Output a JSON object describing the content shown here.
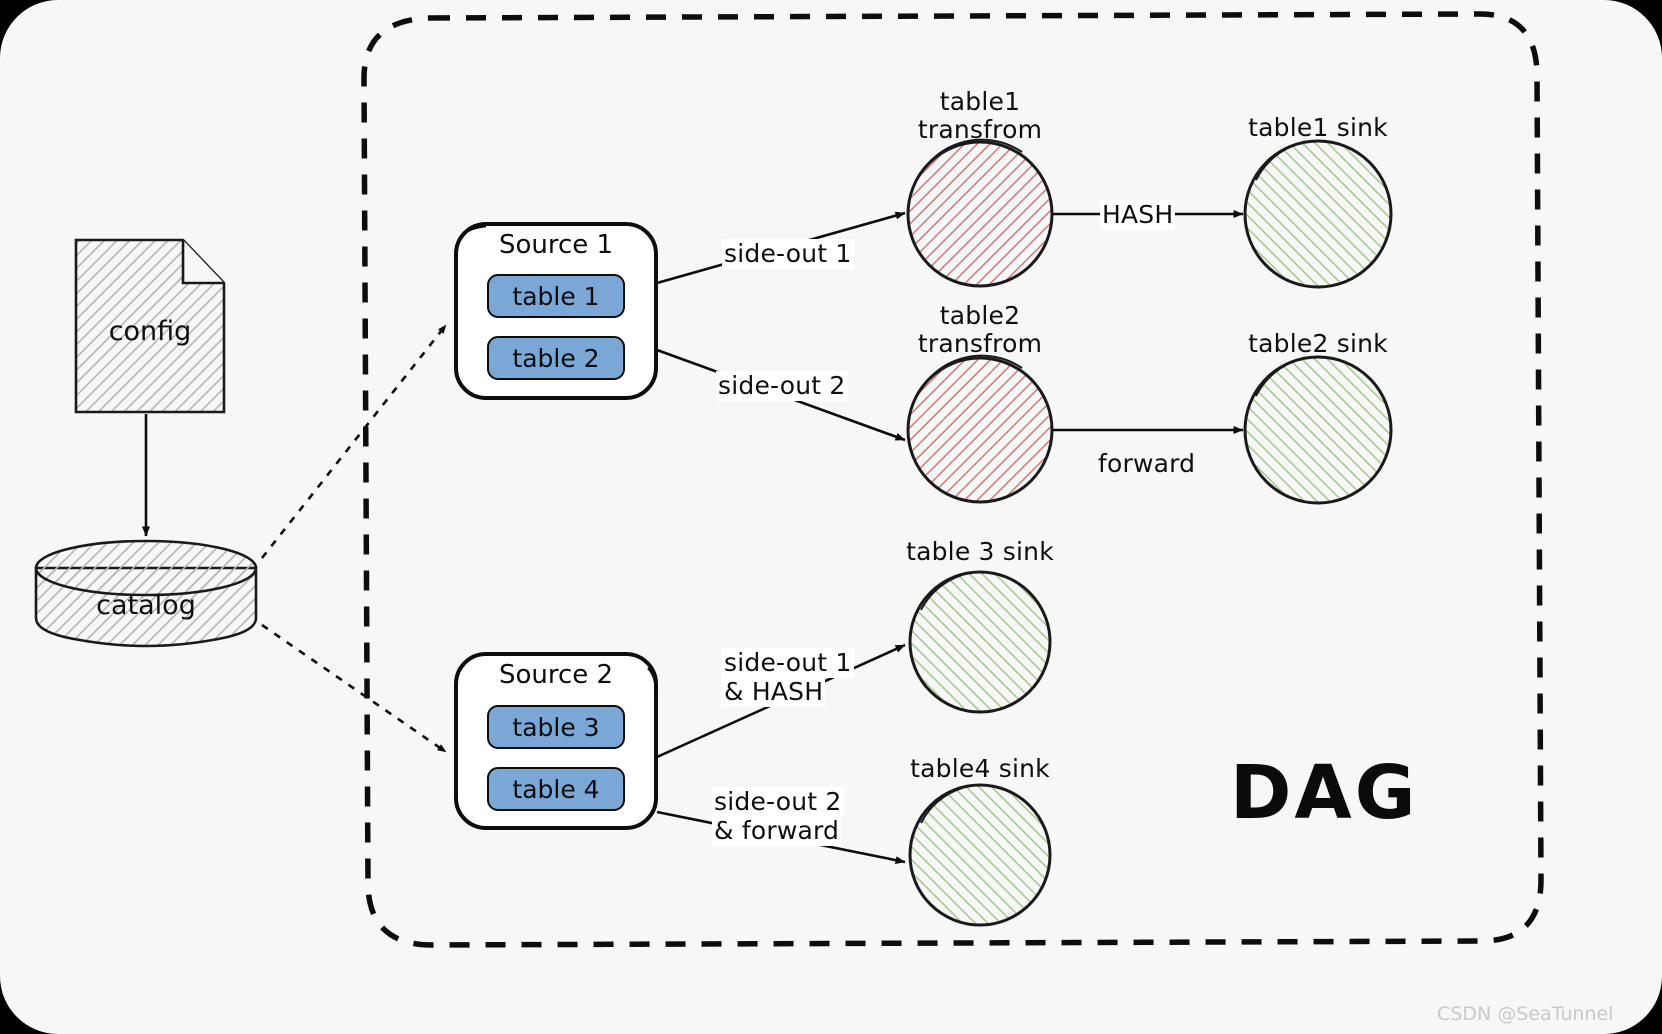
{
  "diagram": {
    "title_badge": "DAG",
    "watermark": "CSDN @SeaTunnel",
    "colors": {
      "canvas_background": "#f7f7f7",
      "page_background": "#000000",
      "table_chip_fill": "#7ba7d7",
      "transform_hatch": "#c0504d",
      "sink_hatch": "#70ad47",
      "stroke": "#0d0d0d",
      "watermark": "#c9c9c9"
    },
    "external_nodes": [
      {
        "id": "config",
        "label": "config",
        "shape": "document"
      },
      {
        "id": "catalog",
        "label": "catalog",
        "shape": "cylinder"
      }
    ],
    "sources": [
      {
        "id": "source1",
        "title": "Source 1",
        "tables": [
          "table 1",
          "table 2"
        ]
      },
      {
        "id": "source2",
        "title": "Source 2",
        "tables": [
          "table 3",
          "table 4"
        ]
      }
    ],
    "transforms": [
      {
        "id": "t1",
        "label": "table1\ntransfrom",
        "line1": "table1",
        "line2": "transfrom"
      },
      {
        "id": "t2",
        "label": "table2\ntransfrom",
        "line1": "table2",
        "line2": "transfrom"
      }
    ],
    "sinks": [
      {
        "id": "s1",
        "label": "table1 sink"
      },
      {
        "id": "s2",
        "label": "table2 sink"
      },
      {
        "id": "s3",
        "label": "table 3 sink"
      },
      {
        "id": "s4",
        "label": "table4 sink"
      }
    ],
    "edges": [
      {
        "id": "e-config-catalog",
        "from": "config",
        "to": "catalog",
        "label": "",
        "style": "solid"
      },
      {
        "id": "e-catalog-source1",
        "from": "catalog",
        "to": "source1",
        "label": "",
        "style": "dashed"
      },
      {
        "id": "e-catalog-source2",
        "from": "catalog",
        "to": "source2",
        "label": "",
        "style": "dashed"
      },
      {
        "id": "e-source1-t1",
        "from": "source1",
        "to": "t1",
        "label": "side-out 1",
        "style": "solid"
      },
      {
        "id": "e-source1-t2",
        "from": "source1",
        "to": "t2",
        "label": "side-out 2",
        "style": "solid"
      },
      {
        "id": "e-t1-s1",
        "from": "t1",
        "to": "s1",
        "label": "HASH",
        "style": "solid"
      },
      {
        "id": "e-t2-s2",
        "from": "t2",
        "to": "s2",
        "label": "forward",
        "style": "solid"
      },
      {
        "id": "e-source2-s3",
        "from": "source2",
        "to": "s3",
        "label": "side-out 1\n& HASH",
        "line1": "side-out 1",
        "line2": "& HASH",
        "style": "solid"
      },
      {
        "id": "e-source2-s4",
        "from": "source2",
        "to": "s4",
        "label": "side-out 2\n& forward",
        "line1": "side-out 2",
        "line2": "& forward",
        "style": "solid"
      }
    ]
  }
}
